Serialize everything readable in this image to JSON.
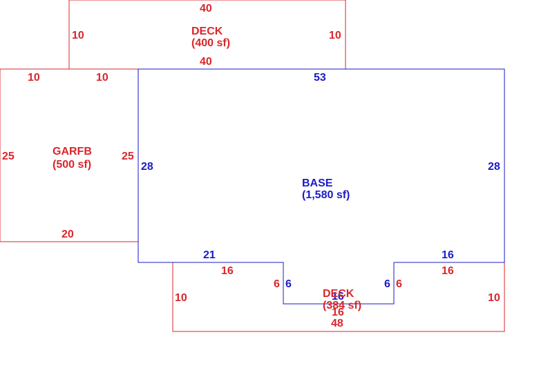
{
  "colors": {
    "red": "#d9262b",
    "blue": "#1a1ac8",
    "background": "#ffffff"
  },
  "areas": {
    "deck_top": {
      "name": "DECK",
      "area": "(400 sf)",
      "color": "red",
      "dims": {
        "top": "40",
        "left": "10",
        "right": "10",
        "bottom": "40"
      }
    },
    "garfb": {
      "name": "GARFB",
      "area": "(500 sf)",
      "color": "red",
      "dims": {
        "top_left": "10",
        "top_right": "10",
        "left": "25",
        "right": "25",
        "bottom": "20"
      }
    },
    "base": {
      "name": "BASE",
      "area": "(1,580 sf)",
      "color": "blue",
      "dims": {
        "top": "53",
        "left": "28",
        "right": "28",
        "bottom_left": "21",
        "notch_left": "6",
        "notch_right": "6",
        "notch_bottom": "16",
        "bottom_right": "16"
      }
    },
    "deck_bottom": {
      "name": "DECK",
      "area": "(384 sf)",
      "color": "red",
      "dims": {
        "top_left": "16",
        "top_right": "16",
        "left": "10",
        "right": "10",
        "notch_left": "6",
        "notch_right": "6",
        "notch_bottom": "16",
        "bottom": "48"
      }
    }
  }
}
